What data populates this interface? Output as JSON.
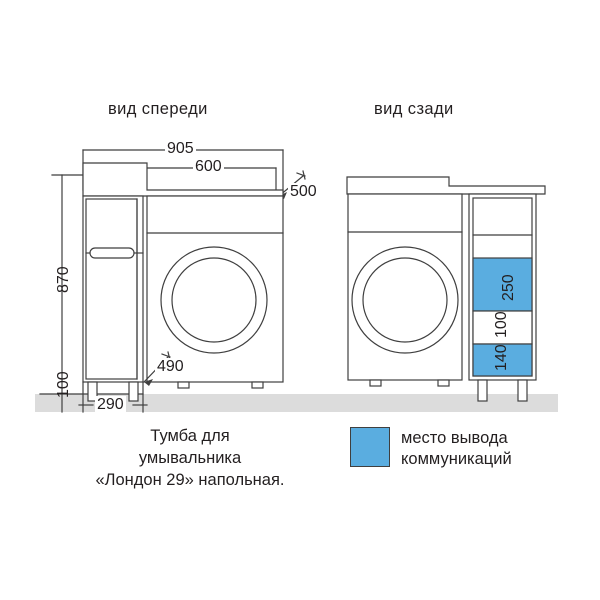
{
  "page": {
    "background": "#ffffff",
    "line_color": "#3f3f3f",
    "accent_blue": "#5aade0",
    "floor_color": "#dcdcdc"
  },
  "views": {
    "front": {
      "title": "вид спереди",
      "dimensions": {
        "total_width": "905",
        "inner_width": "600",
        "depth": "500",
        "height": "870",
        "leg_height": "100",
        "cabinet_width": "290",
        "machine_depth": "490"
      }
    },
    "back": {
      "title": "вид сзади",
      "dimensions": {
        "upper_blue": "250",
        "middle_white": "100",
        "lower_blue": "140"
      }
    }
  },
  "caption": {
    "line1": "Тумба для",
    "line2": "умывальника",
    "line3": "«Лондон 29» напольная."
  },
  "legend": {
    "swatch_color": "#5aade0",
    "line1": "место вывода",
    "line2": "коммуникаций"
  }
}
